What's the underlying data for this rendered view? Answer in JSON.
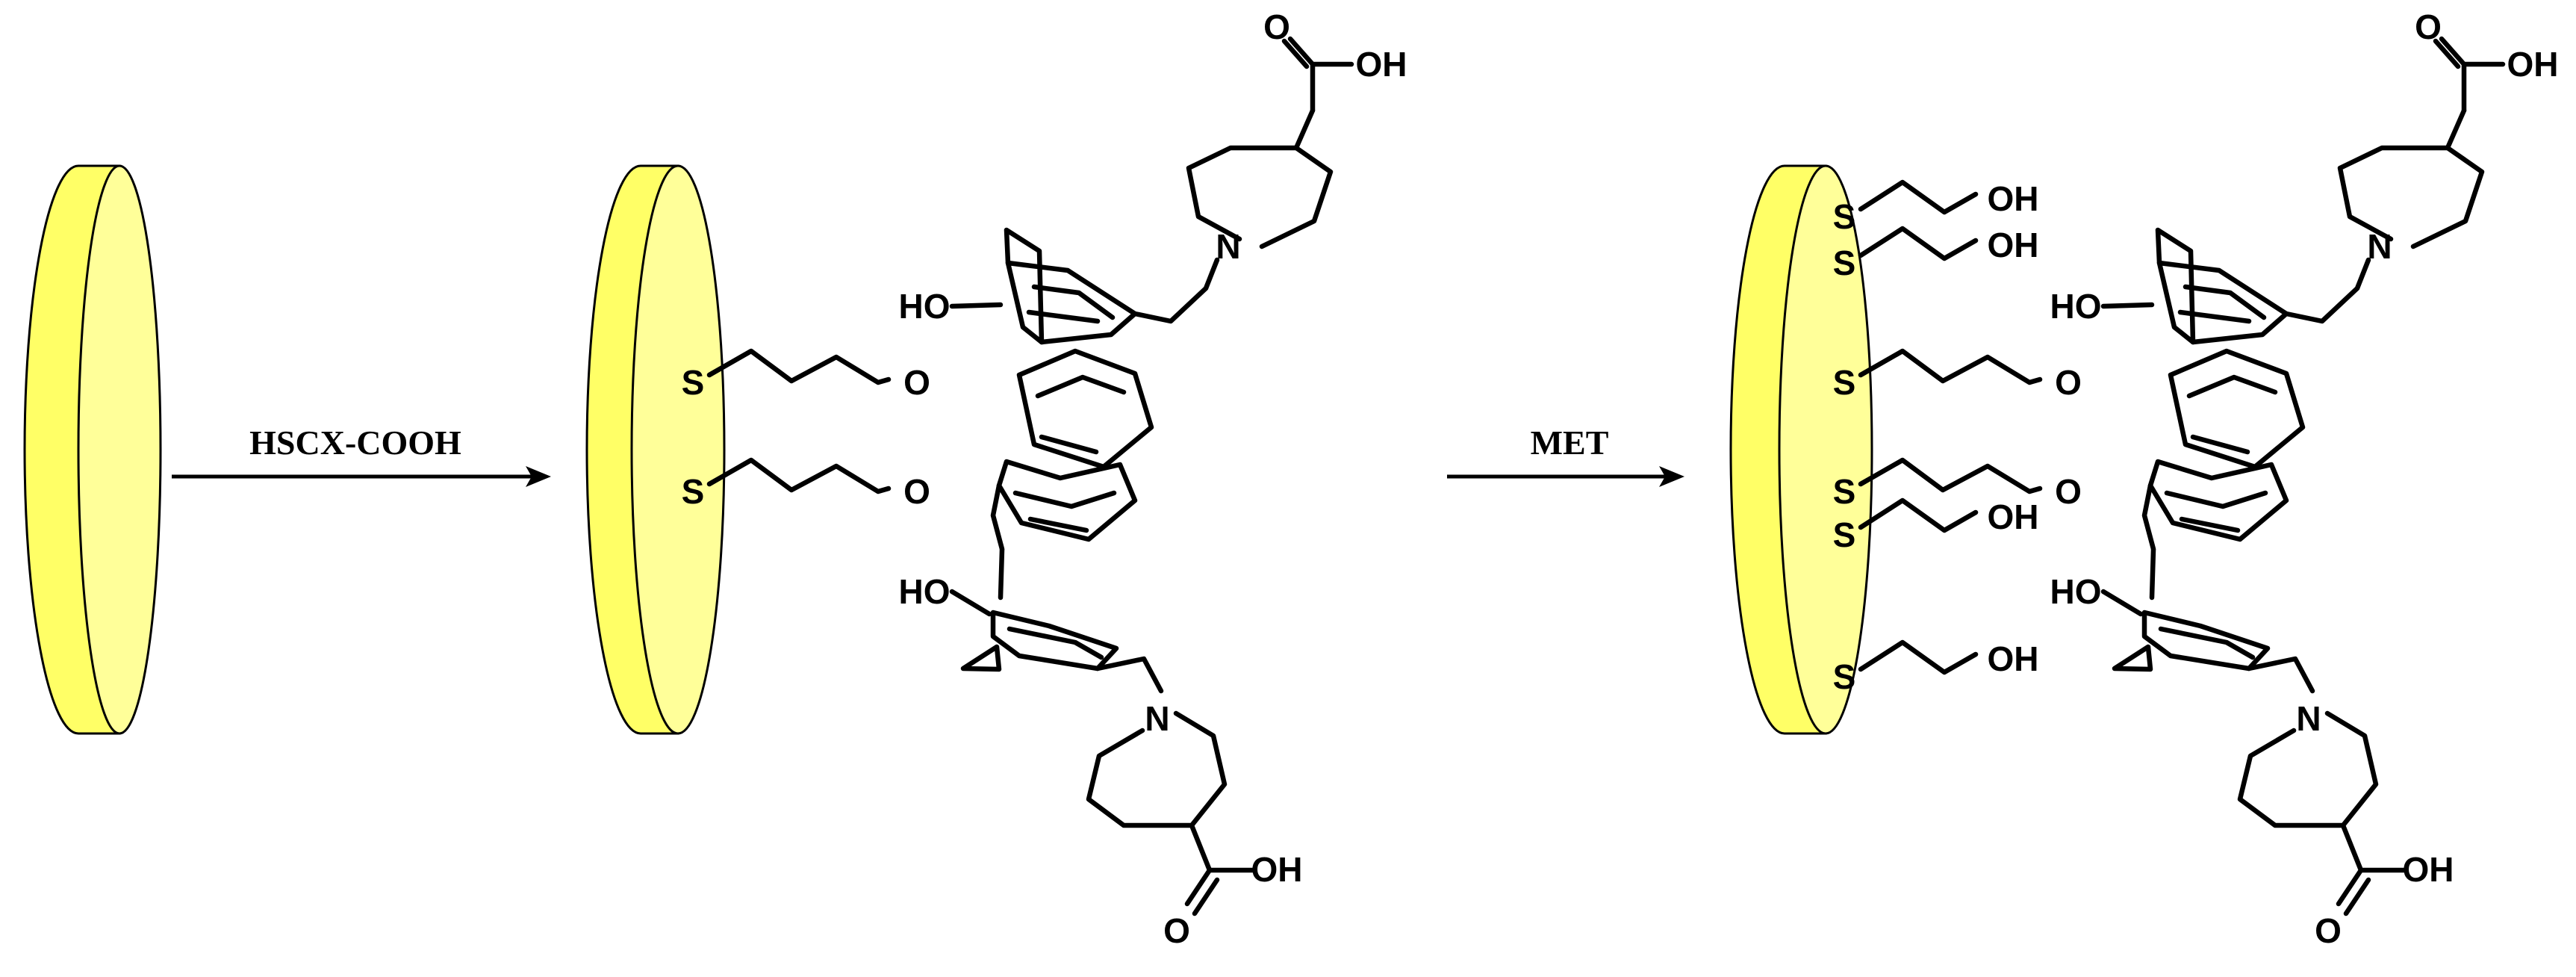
{
  "steps": [
    {
      "label": "HSCX-COOH"
    },
    {
      "label": "MET"
    }
  ],
  "atoms": {
    "s": "S",
    "o": "O",
    "n": "N",
    "ho": "HO",
    "oh": "OH",
    "carbonyl_o": "O"
  },
  "colors": {
    "electrode_face": "#FFFF66",
    "electrode_edge": "#FFFF99",
    "outline": "#000000"
  }
}
